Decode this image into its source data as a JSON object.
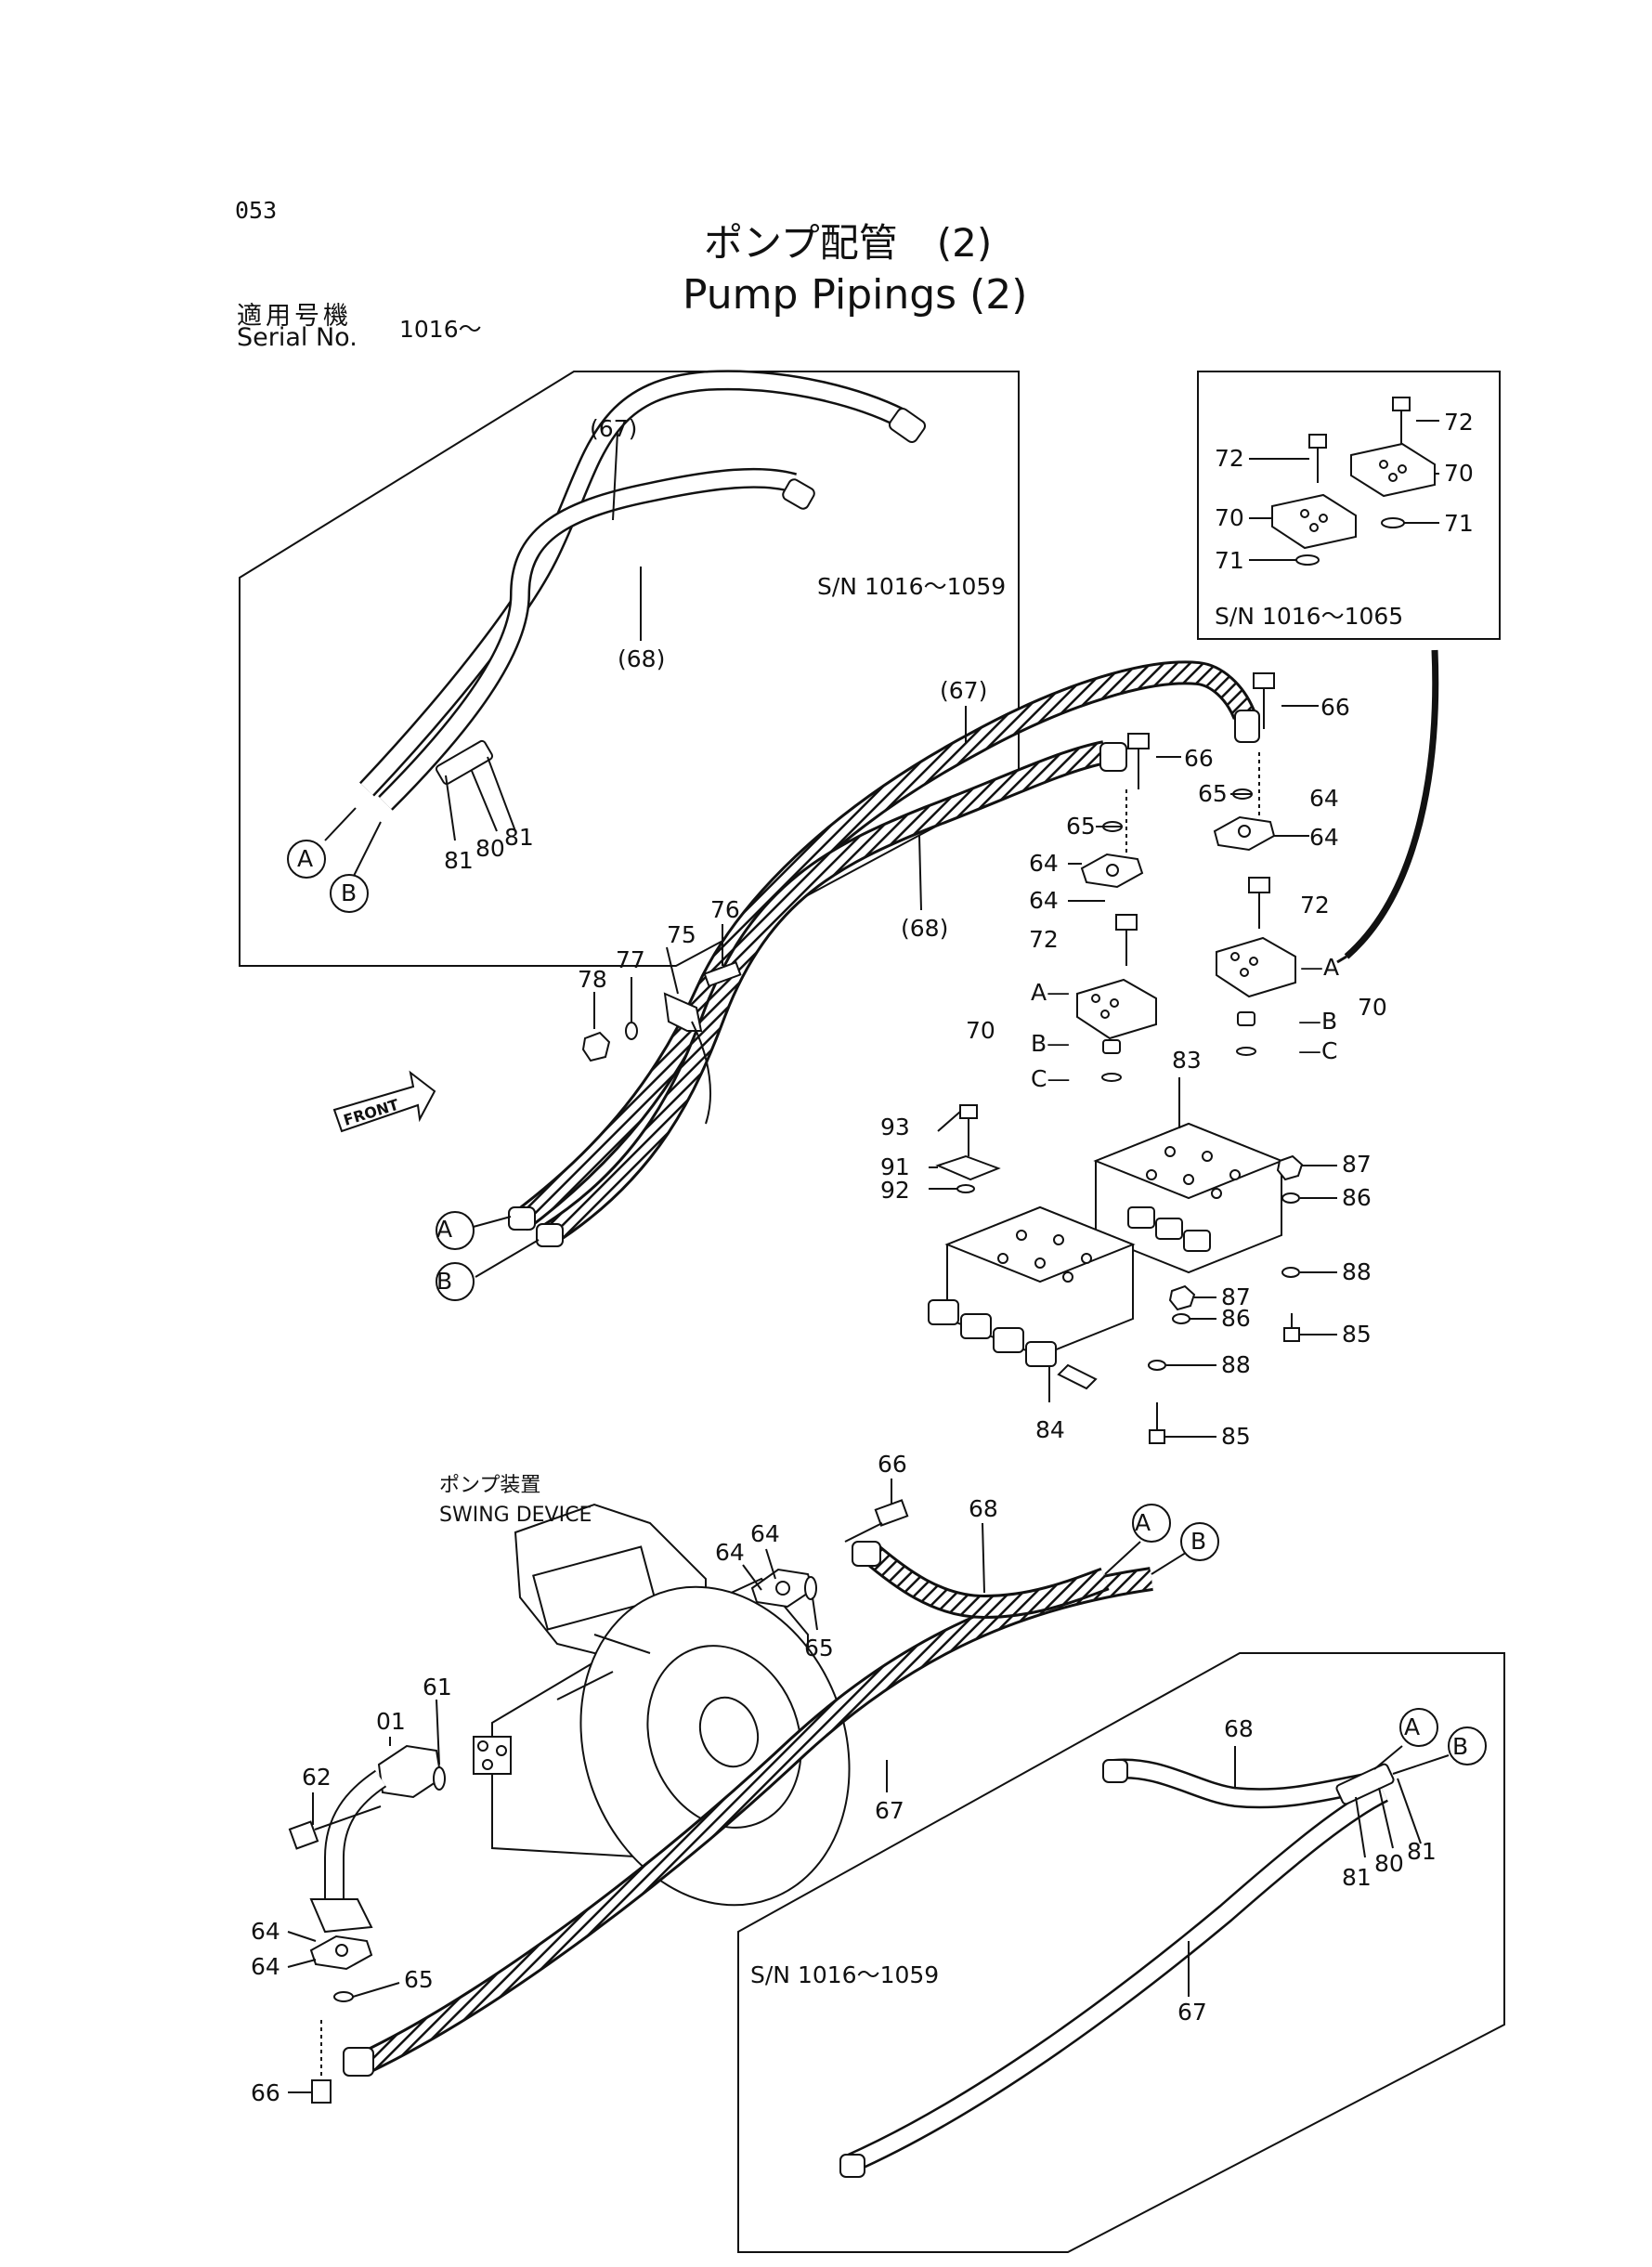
{
  "page_number": "053",
  "title_jp": "ポンプ配管　(2)",
  "title_en": "Pump Pipings (2)",
  "serial_label_jp": "適用号機",
  "serial_label_en": "Serial No.",
  "serial_value": "1016～",
  "front_label": "FRONT",
  "device_label_jp": "ポンプ装置",
  "device_label_en": "SWING DEVICE",
  "inset_labels": {
    "top_left": "S/N 1016～1059",
    "top_right": "S/N 1016～1065",
    "bottom": "S/N 1016～1059"
  },
  "part_numbers": {
    "p01": "01",
    "p61": "61",
    "p62": "62",
    "p64": "64",
    "p65": "65",
    "p66": "66",
    "p67": "67",
    "p67b": "(67)",
    "p68": "68",
    "p68b": "(68)",
    "p70": "70",
    "p71": "71",
    "p72": "72",
    "p75": "75",
    "p76": "76",
    "p77": "77",
    "p78": "78",
    "p80": "80",
    "p81": "81",
    "p83": "83",
    "p84": "84",
    "p85": "85",
    "p86": "86",
    "p87": "87",
    "p88": "88",
    "p91": "91",
    "p92": "92",
    "p93": "93"
  },
  "connectors": {
    "a": "A",
    "b": "B",
    "c": "C",
    "a_dash": "A—",
    "b_dash": "B—",
    "c_dash": "C—",
    "dash_a": "—A",
    "dash_b": "—B",
    "dash_c": "—C"
  }
}
